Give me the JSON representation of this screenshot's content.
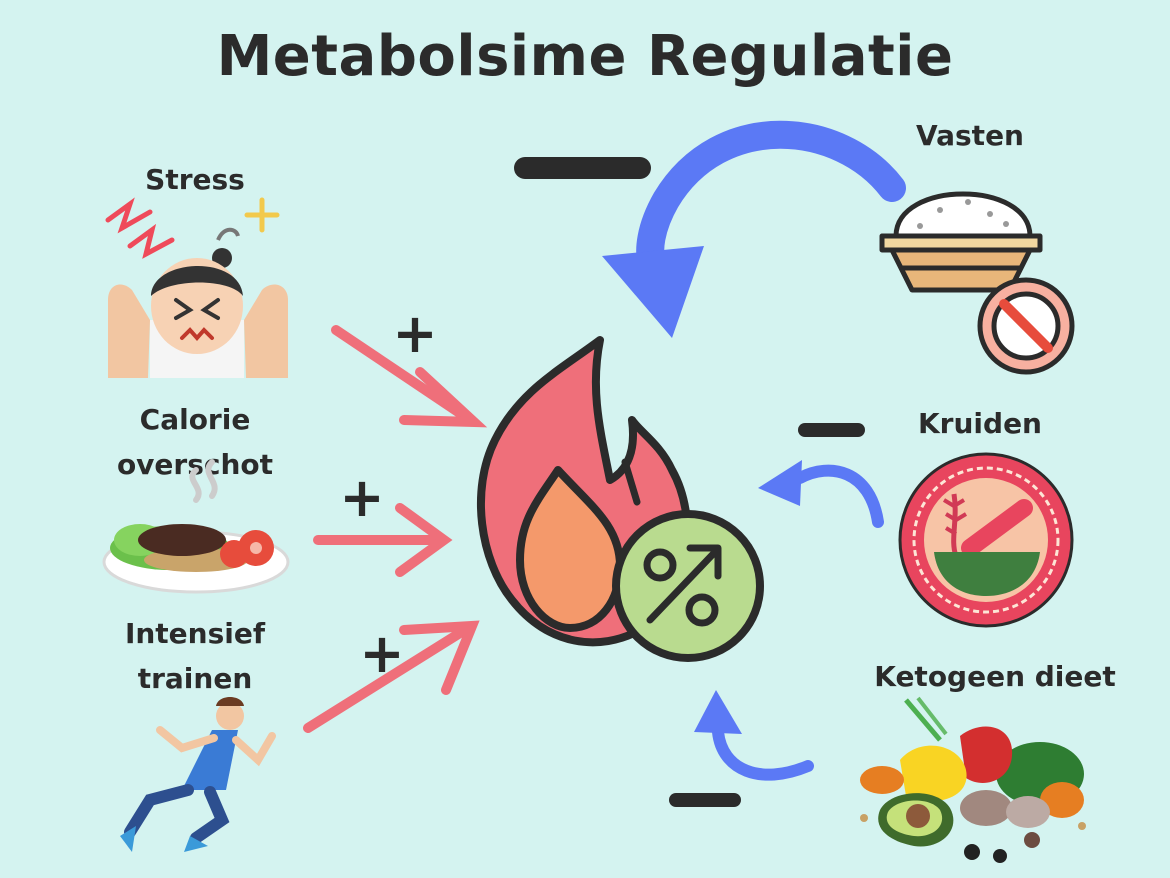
{
  "title": "Metabolsime Regulatie",
  "increasers": [
    {
      "label": "Stress",
      "sign": "+"
    },
    {
      "label": "Calorie overschot",
      "sign": "+"
    },
    {
      "label": "Intensief trainen",
      "sign": "+"
    }
  ],
  "decreasers": [
    {
      "label": "Vasten",
      "sign": "−"
    },
    {
      "label": "Kruiden",
      "sign": "−"
    },
    {
      "label": "Ketogeen dieet",
      "sign": "−"
    }
  ],
  "center_icon": "metabolism-fire-percent-up-icon",
  "icons": {
    "stress": "stressed-person-bomb-icon",
    "calorie": "burger-plate-icon",
    "training": "running-man-icon",
    "vasten": "rice-bowl-forbidden-icon",
    "kruiden": "mortar-herbs-icon",
    "keto": "vegetables-avocado-icon"
  },
  "colors": {
    "background": "#d4f3f0",
    "increase_arrow": "#ef6f7a",
    "decrease_arrow": "#5b79f5",
    "text": "#2b2b2b"
  }
}
